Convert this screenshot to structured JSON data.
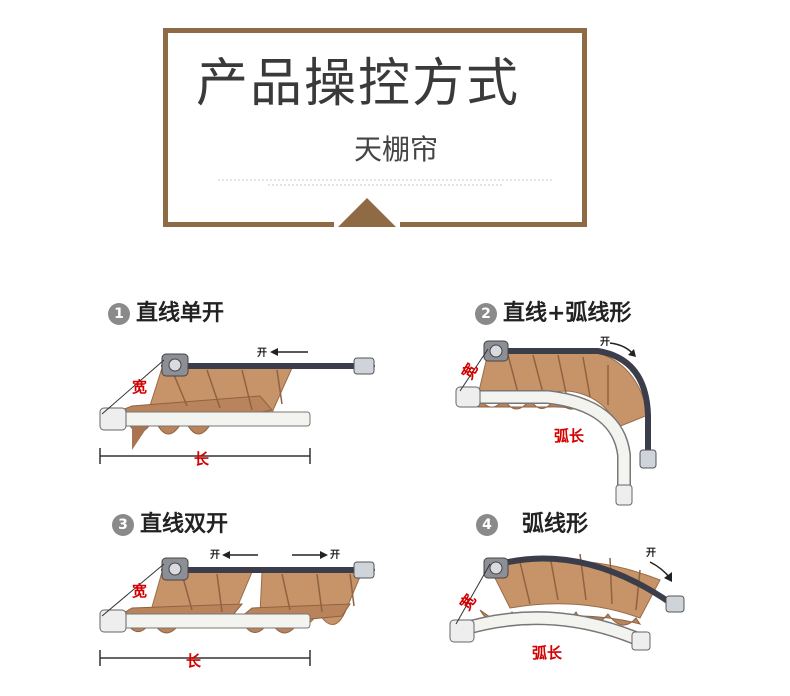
{
  "header": {
    "title": "产品操控方式",
    "subtitle": "天棚帘"
  },
  "colors": {
    "frame": "#8e6b45",
    "fabric": "#c7946a",
    "label": "#d40000",
    "track": "#3b3d4a"
  },
  "panels": [
    {
      "number": "1",
      "caption": "直线单开",
      "open": "开",
      "width": "宽",
      "length": "长"
    },
    {
      "number": "2",
      "caption": "直线+弧线形",
      "open": "开",
      "width": "宽",
      "arc": "弧长"
    },
    {
      "number": "3",
      "caption": "直线双开",
      "open_left": "开",
      "open_right": "开",
      "width": "宽",
      "length": "长"
    },
    {
      "number": "4",
      "caption": "弧线形",
      "open": "开",
      "width": "宽",
      "arc": "弧长"
    }
  ]
}
